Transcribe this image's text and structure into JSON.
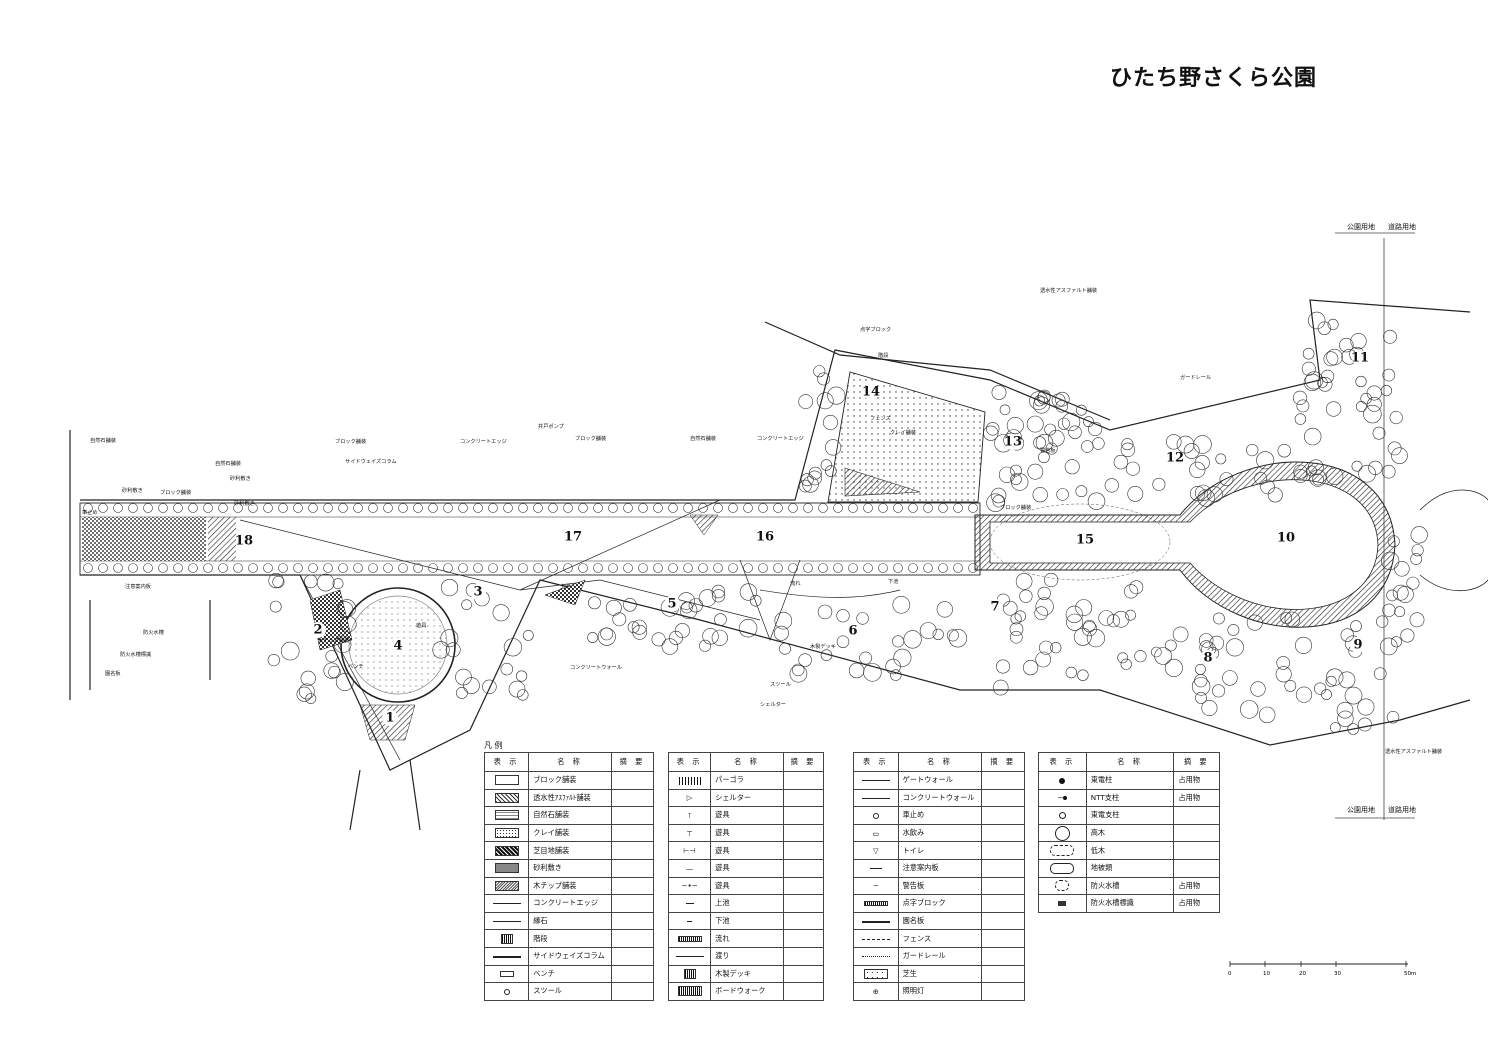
{
  "title": "ひたち野さくら公園",
  "boundary_labels": {
    "park_top": "公園用地",
    "road_top": "道路用地",
    "park_bottom": "公園用地",
    "road_bottom": "道路用地"
  },
  "zones": [
    "1",
    "2",
    "3",
    "4",
    "5",
    "6",
    "7",
    "8",
    "9",
    "10",
    "11",
    "12",
    "13",
    "14",
    "15",
    "16",
    "17",
    "18"
  ],
  "plan_labels": [
    "自然石舗装",
    "砂利敷き",
    "ブロック舗装",
    "車止め",
    "自然石舗装",
    "砂利敷き",
    "ブロック舗装",
    "サイドウェイズコラム",
    "コンクリートエッジ",
    "井戸ポンプ",
    "ブロック舗装",
    "自然石舗装",
    "コンクリートエッジ",
    "透水性アスファルト舗装",
    "フェンス",
    "ガードレール",
    "警告板",
    "ブロック舗装",
    "透水性アスファルト舗装",
    "点字ブロック",
    "階段",
    "コンクリートウォール",
    "注意案内板",
    "防火水槽",
    "防火水槽標識",
    "園名板",
    "上池",
    "下池",
    "流れ",
    "木製デッキ",
    "シェルター",
    "スツール",
    "遊具",
    "ベンチ",
    "クレイ舗装",
    "砂利敷き",
    "木チップ舗装"
  ],
  "legend": {
    "heading": "凡 例",
    "header": [
      "表 示",
      "名 称",
      "摘 要"
    ],
    "col1": [
      "ブロック舗装",
      "透水性ｱｽﾌｧﾙﾄ舗装",
      "自然石舗装",
      "クレイ舗装",
      "芝目地舗装",
      "砂利敷き",
      "木チップ舗装",
      "コンクリートエッジ",
      "縁石",
      "階段",
      "サイドウェイズコラム",
      "ベンチ",
      "スツール"
    ],
    "col2": [
      "パーゴラ",
      "シェルター",
      "遊具",
      "遊具",
      "遊具",
      "遊具",
      "遊具",
      "上池",
      "下池",
      "流れ",
      "渡り",
      "木製デッキ",
      "ボードウォーク"
    ],
    "col3": [
      "ゲートウォール",
      "コンクリートウォール",
      "車止め",
      "水飲み",
      "トイレ",
      "注意案内板",
      "警告板",
      "点字ブロック",
      "園名板",
      "フェンス",
      "ガードレール",
      "芝生",
      "照明灯"
    ],
    "col4": [
      {
        "name": "東電柱",
        "note": "占用物"
      },
      {
        "name": "NTT支柱",
        "note": "占用物"
      },
      {
        "name": "東電支柱",
        "note": ""
      },
      {
        "name": "高木",
        "note": ""
      },
      {
        "name": "低木",
        "note": ""
      },
      {
        "name": "地被類",
        "note": ""
      },
      {
        "name": "防火水槽",
        "note": "占用物"
      },
      {
        "name": "防火水槽標識",
        "note": "占用物"
      }
    ]
  },
  "scale": {
    "ticks": [
      "0",
      "10",
      "20",
      "30",
      "50m"
    ]
  }
}
